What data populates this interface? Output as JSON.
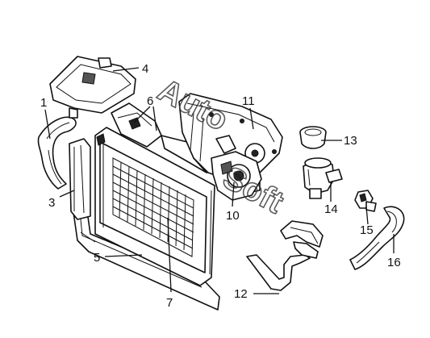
{
  "callouts": {
    "c1": "1",
    "c3": "3",
    "c4": "4",
    "c5": "5",
    "c6": "6",
    "c7": "7",
    "c10": "10",
    "c11": "11",
    "c12": "12",
    "c13": "13",
    "c14": "14",
    "c15": "15",
    "c16": "16"
  },
  "watermark": {
    "part1": "Auto",
    "part2": "Soft"
  }
}
